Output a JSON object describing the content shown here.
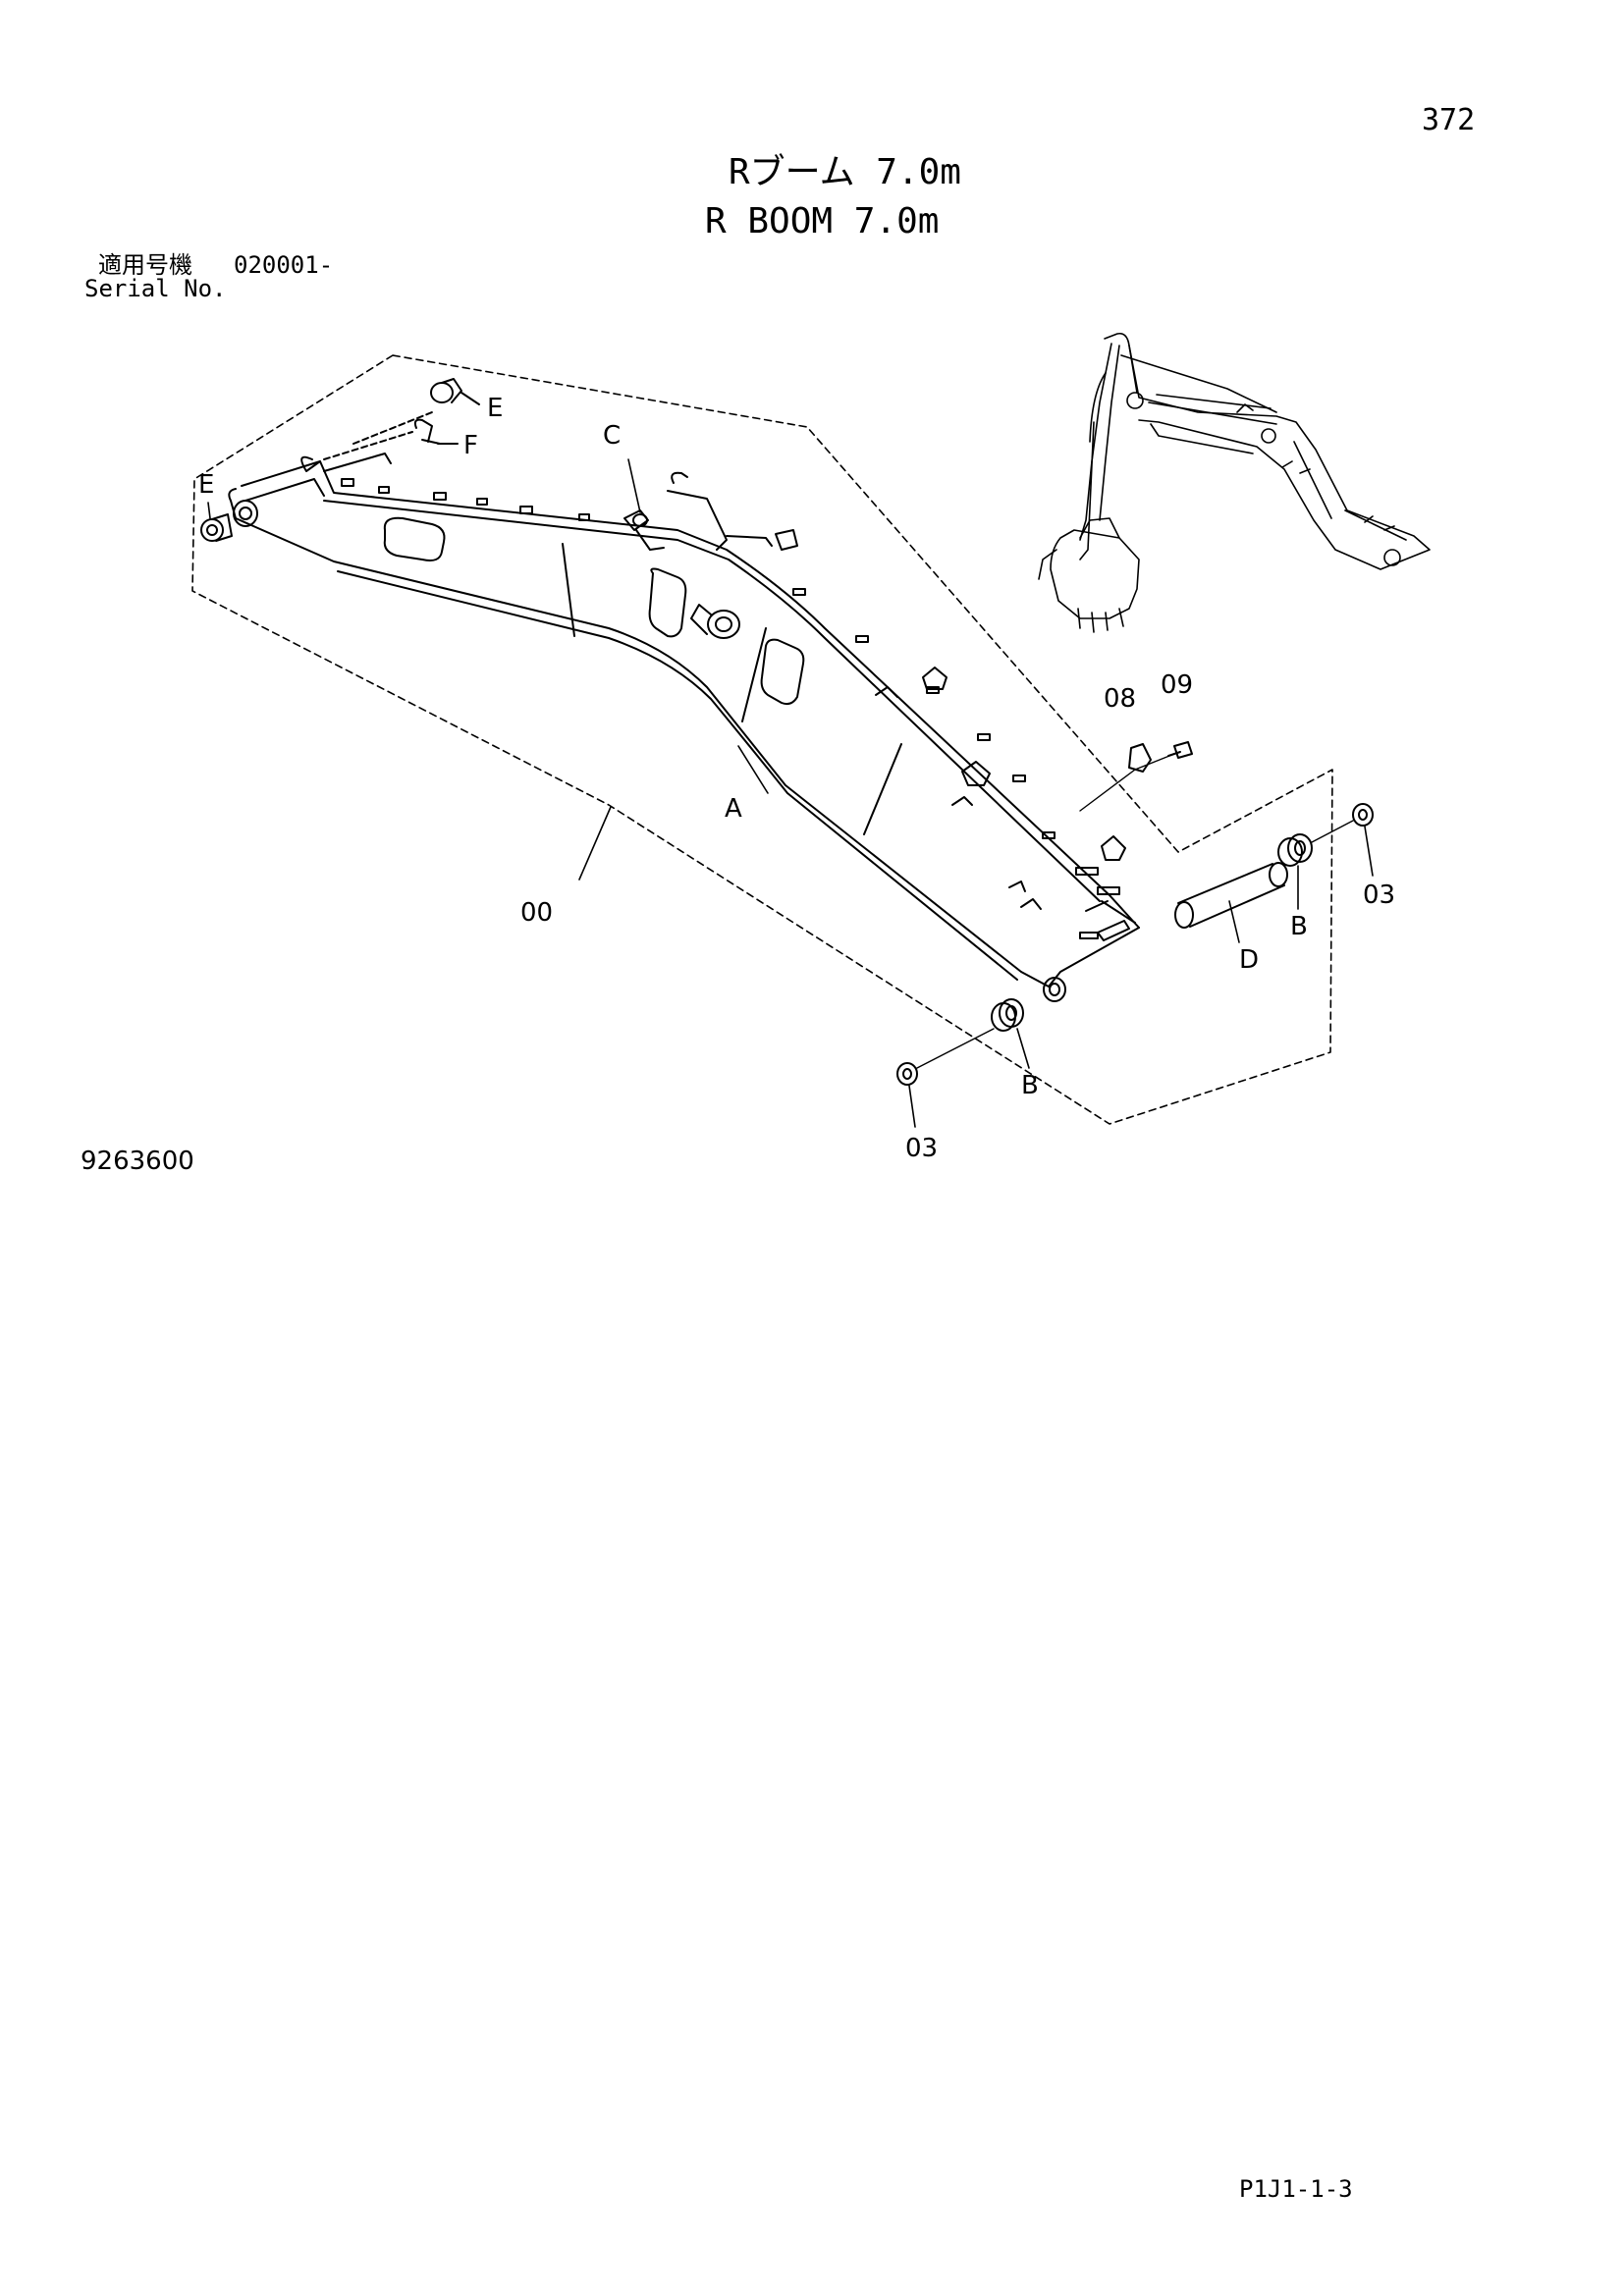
{
  "header": {
    "page_number": "372",
    "title_jp": "Rブーム 7.0m",
    "title_en": "R BOOM 7.0m",
    "serial_label_jp": "適用号機",
    "serial_value": "020001-",
    "serial_label_en": "Serial No."
  },
  "figure": {
    "figure_number": "9263600",
    "callouts": {
      "assembly": "00",
      "boom": "A",
      "bushing_lower": "B",
      "bushing_upper": "B",
      "bracket": "C",
      "pin": "D",
      "bushing_left": "E",
      "bushing_top": "E",
      "plate": "F",
      "washer_lower": "03",
      "washer_upper": "03",
      "bracket_small": "08",
      "bolt": "09"
    }
  },
  "footer": {
    "code": "P1J1-1-3"
  }
}
